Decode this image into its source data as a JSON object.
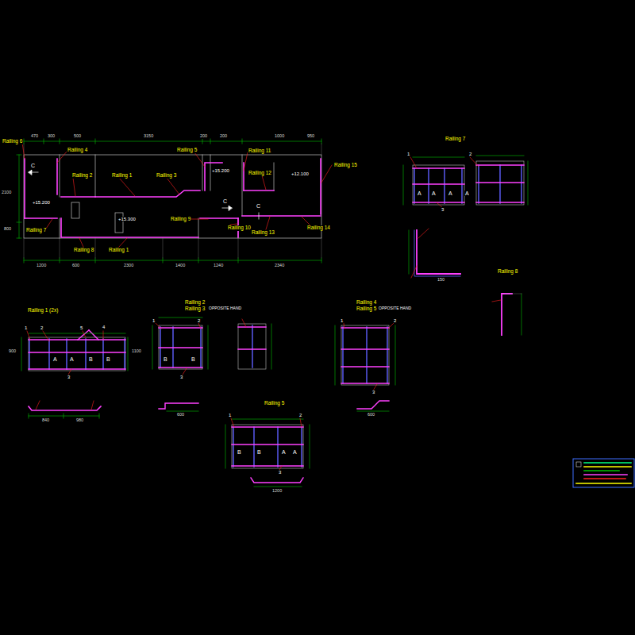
{
  "diagram": {
    "labels": [
      "Railing 6",
      "Railing 4",
      "Railing 2",
      "Railing 1",
      "Railing 3",
      "Railing 5",
      "Railing 11",
      "Railing 12",
      "Railing 15",
      "Railing 7",
      "Railing 8",
      "Railing 1",
      "Railing 9",
      "Railing 10",
      "Railing 13",
      "Railing 14",
      "+15.200",
      "+15.300",
      "+15.200",
      "+12.100",
      "C",
      "C",
      "C",
      "470",
      "300",
      "500",
      "3150",
      "200",
      "200",
      "1000",
      "950",
      "2100",
      "800",
      "1200",
      "600",
      "2300",
      "1400",
      "1240",
      "2340",
      "Railing 7",
      "Railing 8",
      "Railing 1 (2x)",
      "Railing 2",
      "Railing 3",
      "OPPOSITE HAND",
      "Railing 4",
      "Railing 5",
      "OPPOSITE HAND",
      "Railing 5",
      "A",
      "A",
      "A",
      "A",
      "A",
      "A",
      "B",
      "B",
      "B",
      "B",
      "B",
      "B",
      "A",
      "A",
      "1",
      "2",
      "3",
      "4",
      "5",
      "1",
      "2",
      "3",
      "1",
      "2",
      "3",
      "1",
      "2",
      "3",
      "1",
      "2",
      "3",
      "900",
      "1100",
      "150",
      "840",
      "980",
      "1200",
      "600",
      "600"
    ]
  }
}
